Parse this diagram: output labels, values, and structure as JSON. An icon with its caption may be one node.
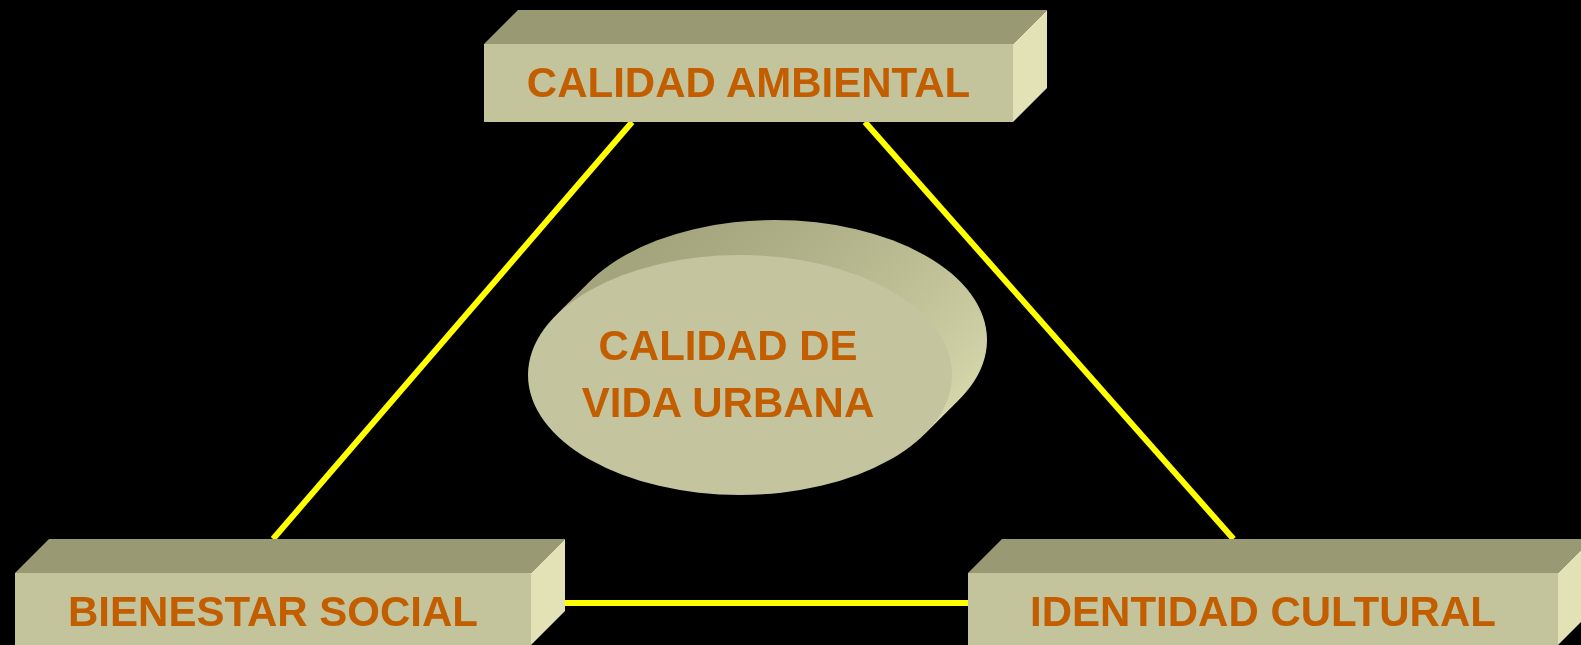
{
  "diagram": {
    "nodes": [
      {
        "text": [
          "CALIDAD AMBIENTAL"
        ]
      },
      {
        "text": [
          "CALIDAD DE VIDA URBANA"
        ]
      },
      {
        "text": [
          "BIENESTAR SOCIAL"
        ]
      },
      {
        "text": [
          "IDENTIDAD CULTURAL"
        ]
      }
    ],
    "edges": [
      {
        "from": 0,
        "to": 2,
        "arrow": "none",
        "color": "#ffff00"
      },
      {
        "from": 0,
        "to": 3,
        "arrow": "none",
        "color": "#ffff00"
      },
      {
        "from": 2,
        "to": 3,
        "arrow": "none",
        "color": "#ffff00"
      }
    ]
  }
}
